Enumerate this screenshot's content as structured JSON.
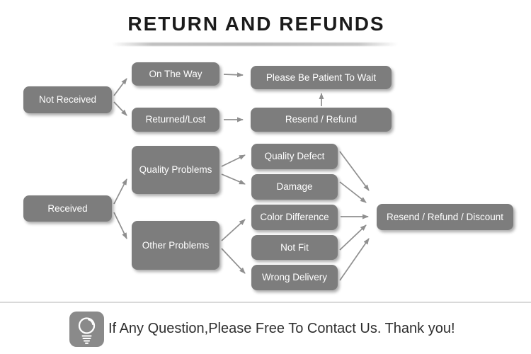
{
  "header": {
    "title": "RETURN AND REFUNDS"
  },
  "flowchart": {
    "nodes": {
      "not_received": "Not Received",
      "on_the_way": "On The Way",
      "returned_lost": "Returned/Lost",
      "please_wait": "Please Be Patient To Wait",
      "resend_refund": "Resend / Refund",
      "received": "Received",
      "quality_problems": "Quality Problems",
      "other_problems": "Other Problems",
      "quality_defect": "Quality Defect",
      "damage": "Damage",
      "color_difference": "Color Difference",
      "not_fit": "Not Fit",
      "wrong_delivery": "Wrong Delivery",
      "resend_refund_discount": "Resend / Refund / Discount"
    },
    "edges": [
      {
        "from": "not_received",
        "to": "on_the_way"
      },
      {
        "from": "not_received",
        "to": "returned_lost"
      },
      {
        "from": "on_the_way",
        "to": "please_wait"
      },
      {
        "from": "returned_lost",
        "to": "resend_refund"
      },
      {
        "from": "resend_refund",
        "to": "please_wait"
      },
      {
        "from": "received",
        "to": "quality_problems"
      },
      {
        "from": "received",
        "to": "other_problems"
      },
      {
        "from": "quality_problems",
        "to": "quality_defect"
      },
      {
        "from": "quality_problems",
        "to": "damage"
      },
      {
        "from": "other_problems",
        "to": "color_difference"
      },
      {
        "from": "other_problems",
        "to": "wrong_delivery"
      },
      {
        "from": "quality_defect",
        "to": "resend_refund_discount"
      },
      {
        "from": "damage",
        "to": "resend_refund_discount"
      },
      {
        "from": "color_difference",
        "to": "resend_refund_discount"
      },
      {
        "from": "not_fit",
        "to": "resend_refund_discount"
      },
      {
        "from": "wrong_delivery",
        "to": "resend_refund_discount"
      }
    ]
  },
  "footer": {
    "icon": "lightbulb-icon",
    "message": "If Any Question,Please Free To Contact Us. Thank you!"
  },
  "colors": {
    "node_fill": "#7d7d7d",
    "node_text": "#ffffff",
    "arrow": "#8f8f8f",
    "icon_bg": "#8a8a8a",
    "title_text": "#1b1b1b",
    "footer_text": "#2e2e2e",
    "divider": "#d9d9d9"
  }
}
